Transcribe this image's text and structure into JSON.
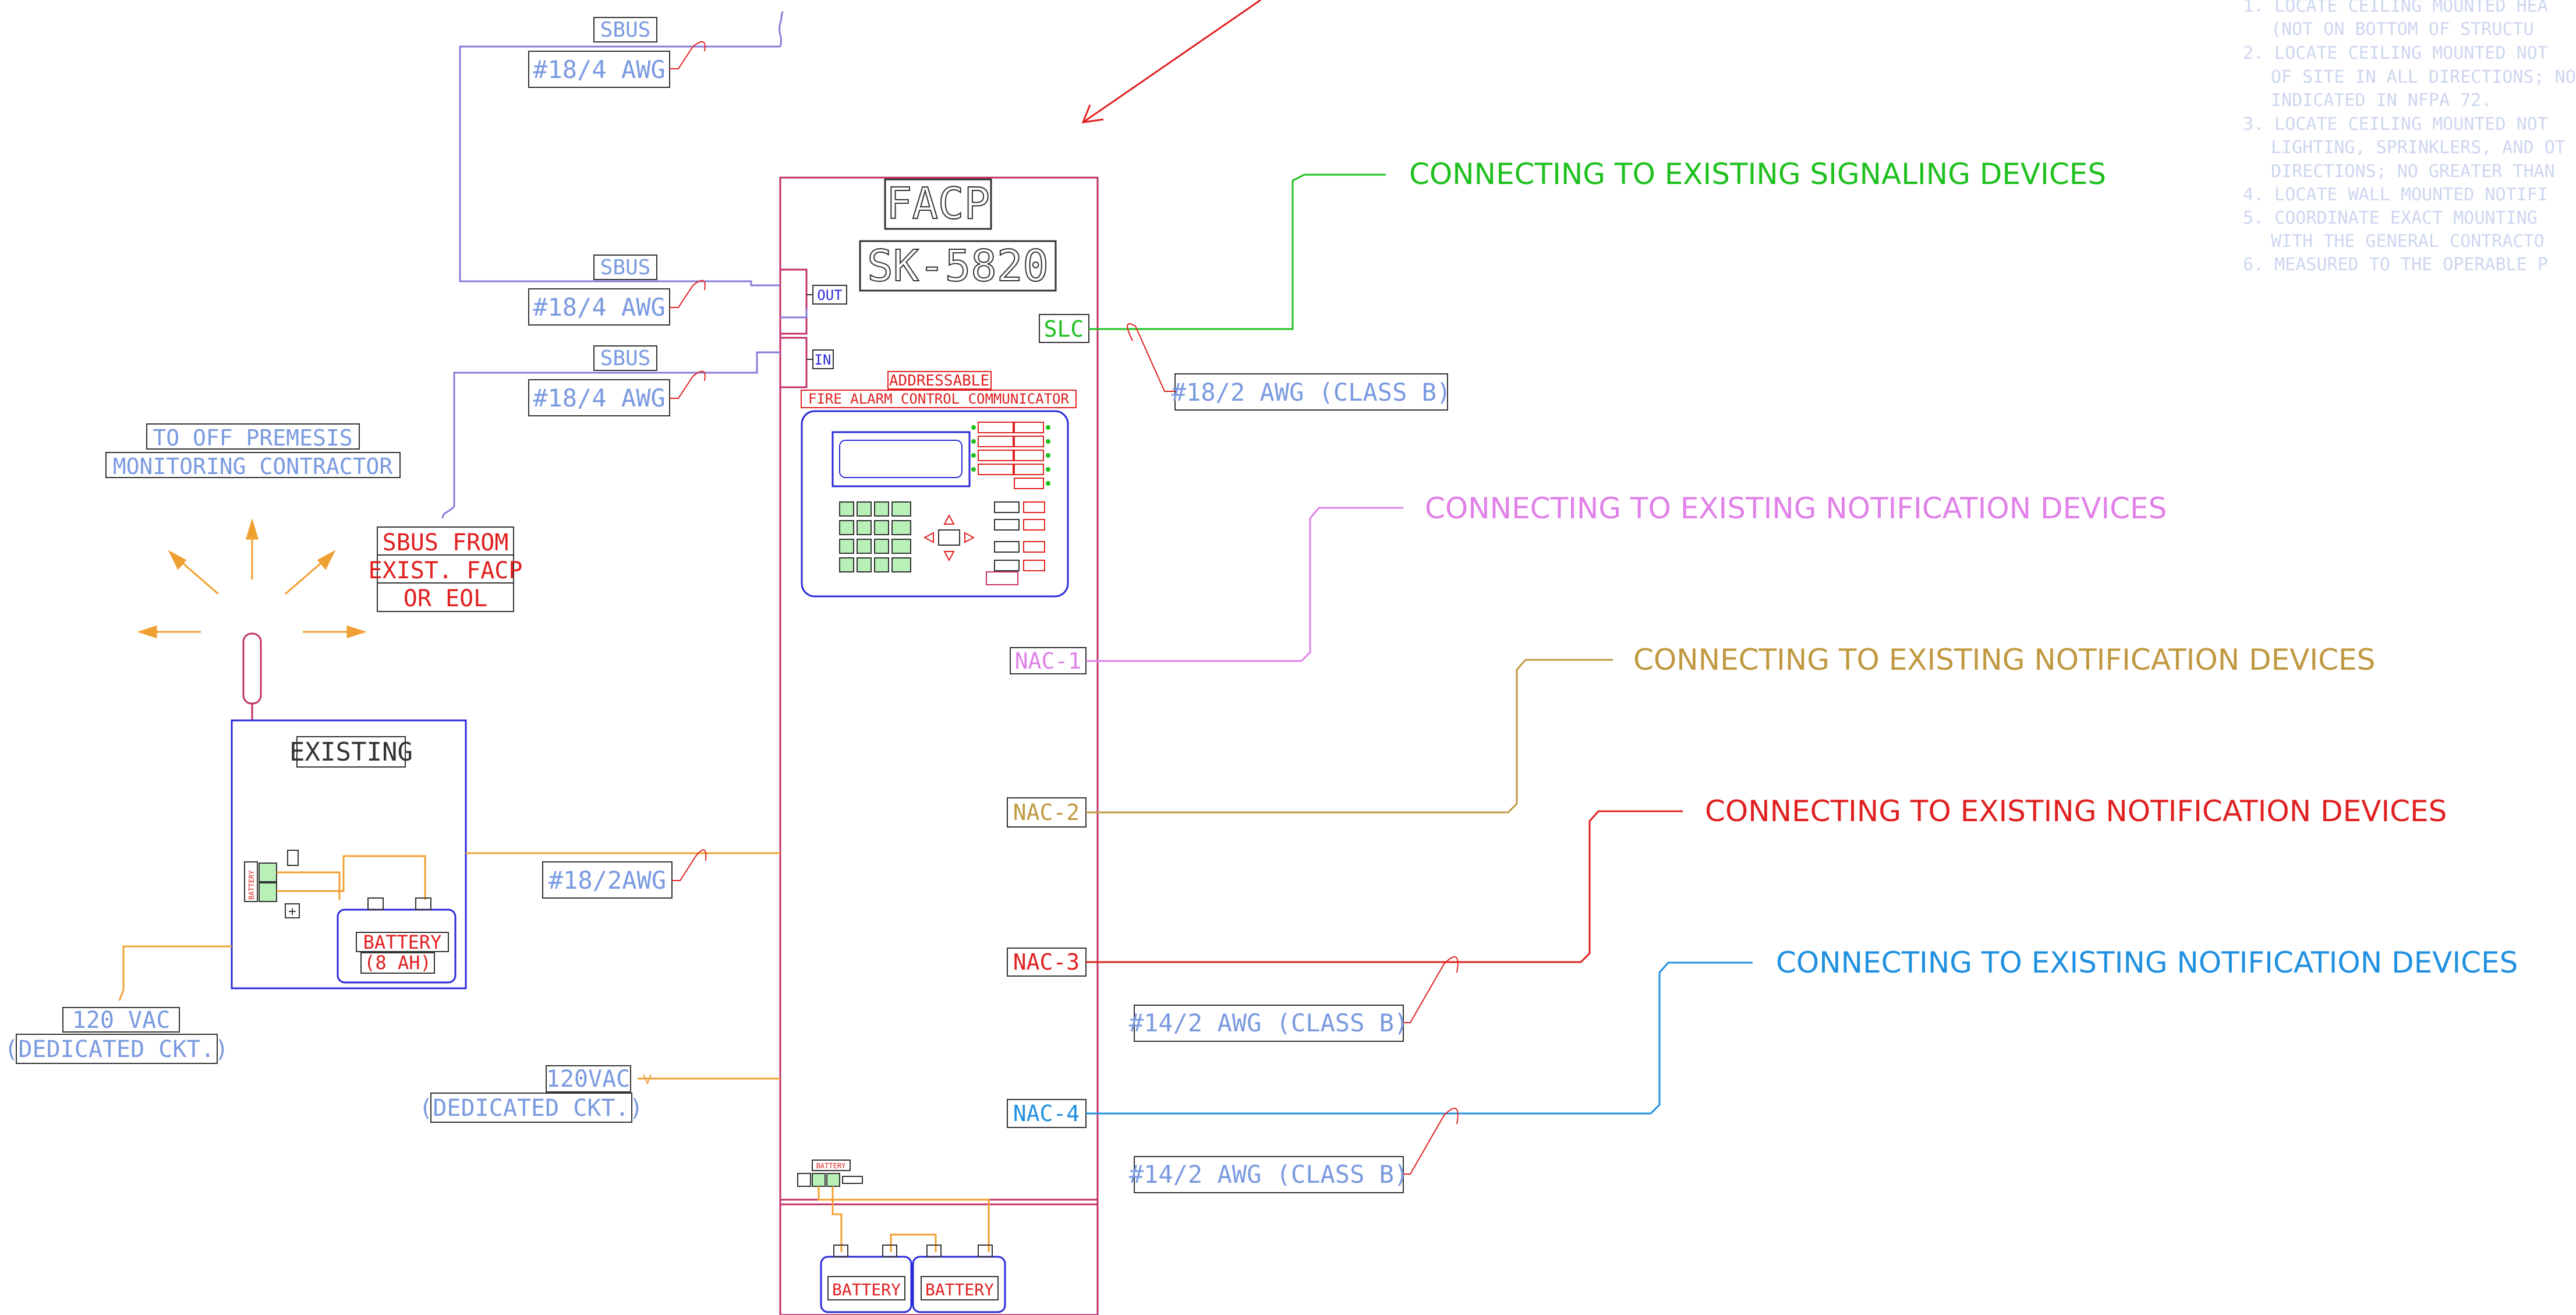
{
  "facp": {
    "title": "FACP",
    "model": "SK-5820",
    "addressable": "ADDRESSABLE",
    "subtitle": "FIRE ALARM CONTROL COMMUNICATOR",
    "out_label": "OUT",
    "in_label": "IN",
    "slc_label": "SLC",
    "nac_labels": [
      "NAC-1",
      "NAC-2",
      "NAC-3",
      "NAC-4"
    ],
    "battery_label": "BATTERY",
    "batteries": [
      "BATTERY",
      "BATTERY"
    ]
  },
  "sbus": {
    "label": "SBUS",
    "wire_labels": [
      "#18/4 AWG",
      "#18/4 AWG",
      "#18/4 AWG"
    ],
    "from_label": [
      "SBUS FROM",
      "EXIST. FACP",
      "OR EOL"
    ]
  },
  "existing_panel": {
    "title": "EXISTING",
    "battery": [
      "BATTERY",
      "(8 AH)"
    ],
    "wire_label": "#18/2AWG",
    "terminal_label": "BATTERY"
  },
  "monitoring": [
    "TO OFF PREMESIS",
    "MONITORING CONTRACTOR"
  ],
  "power": {
    "left": [
      "120 VAC",
      "(DEDICATED CKT.)"
    ],
    "right": [
      "120VAC",
      "(DEDICATED CKT.)"
    ]
  },
  "connections": {
    "signaling": "CONNECTING TO EXISTING SIGNALING DEVICES",
    "slc_wire": "#18/2 AWG (CLASS B)",
    "nac1": "CONNECTING TO EXISTING NOTIFICATION DEVICES",
    "nac2": "CONNECTING TO EXISTING NOTIFICATION DEVICES",
    "nac3": "CONNECTING TO EXISTING NOTIFICATION DEVICES",
    "nac4": "CONNECTING TO EXISTING NOTIFICATION DEVICES",
    "nac3_wire": "#14/2 AWG (CLASS B)",
    "nac4_wire": "#14/2 AWG (CLASS B)"
  },
  "notes": [
    "1. LOCATE CEILING MOUNTED HEA",
    "(NOT ON BOTTOM OF STRUCTU",
    "2. LOCATE CEILING MOUNTED NOT",
    "OF SITE IN ALL DIRECTIONS; NO",
    "INDICATED IN NFPA 72.",
    "3. LOCATE CEILING MOUNTED NOT",
    "LIGHTING, SPRINKLERS, AND OT",
    "DIRECTIONS; NO GREATER THAN",
    "4. LOCATE WALL MOUNTED NOTIFI",
    "5. COORDINATE EXACT MOUNTING",
    "WITH THE GENERAL CONTRACTO",
    "6. MEASURED TO THE OPERABLE P"
  ],
  "colors": {
    "frame": "#c0306a",
    "blue": "#2a2ad8",
    "purple": "#8a7ad8",
    "green": "#1ec01e",
    "pink": "#e080e8",
    "gold": "#c09840",
    "red": "#e02020",
    "cyan": "#2090e0",
    "orange": "#f0a030",
    "label_blue": "#7a9ae0"
  }
}
